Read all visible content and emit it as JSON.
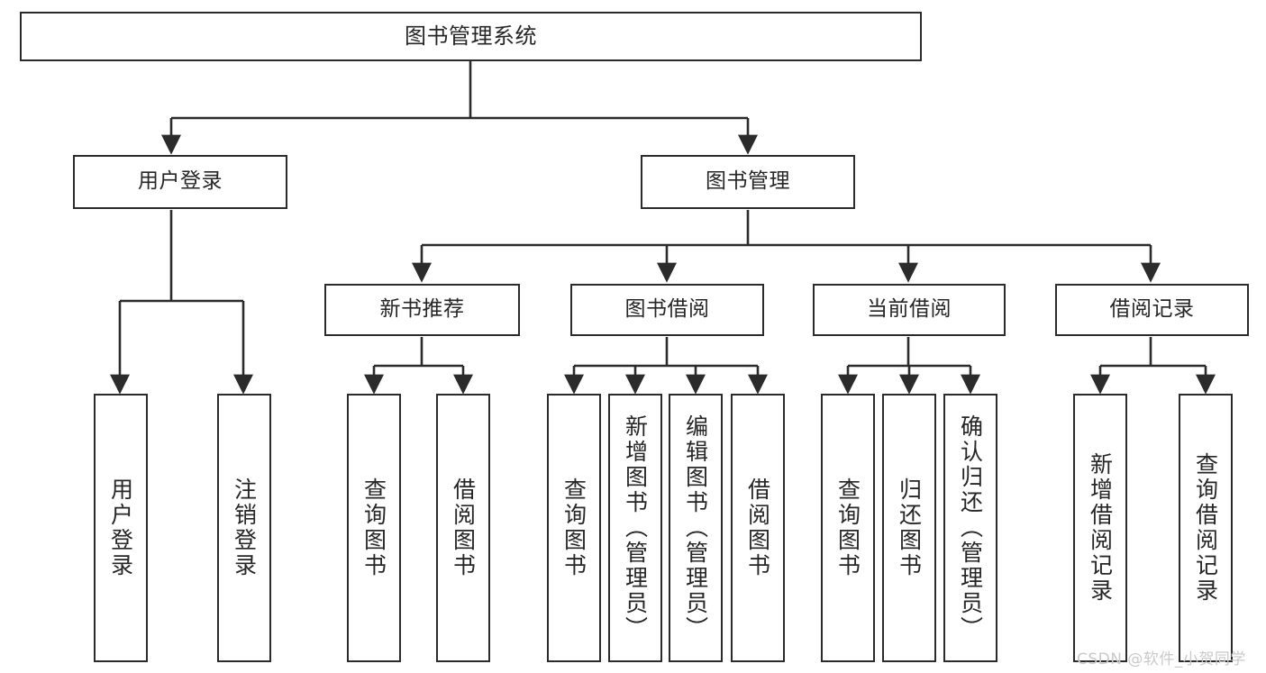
{
  "diagram": {
    "title": "图书管理系统",
    "type": "hierarchy-tree",
    "watermark": "CSDN @软件_小贺同学",
    "colors": {
      "node_border": "#2b2b2b",
      "node_fill": "#ffffff",
      "connector": "#2b2b2b",
      "text": "#262626",
      "watermark": "#c9c9c9"
    },
    "nodes": {
      "root": {
        "label": "图书管理系统"
      },
      "level1": [
        {
          "id": "user-login",
          "label": "用户登录"
        },
        {
          "id": "book-manage",
          "label": "图书管理"
        }
      ],
      "level2": [
        {
          "id": "new-book-recommend",
          "label": "新书推荐"
        },
        {
          "id": "book-borrow",
          "label": "图书借阅"
        },
        {
          "id": "current-borrow",
          "label": "当前借阅"
        },
        {
          "id": "borrow-record",
          "label": "借阅记录"
        }
      ],
      "leaves": {
        "user_login": [
          {
            "id": "leaf-user-login",
            "label": "用户登录"
          },
          {
            "id": "leaf-logout-login",
            "label": "注销登录"
          }
        ],
        "new_book_recommend": [
          {
            "id": "leaf-query-book-1",
            "label": "查询图书"
          },
          {
            "id": "leaf-borrow-book-1",
            "label": "借阅图书"
          }
        ],
        "book_borrow": [
          {
            "id": "leaf-query-book-2",
            "label": "查询图书"
          },
          {
            "id": "leaf-add-book",
            "label": "新增图书（管理员）"
          },
          {
            "id": "leaf-edit-book",
            "label": "编辑图书（管理员）"
          },
          {
            "id": "leaf-borrow-book-2",
            "label": "借阅图书"
          }
        ],
        "current_borrow": [
          {
            "id": "leaf-query-book-3",
            "label": "查询图书"
          },
          {
            "id": "leaf-return-book",
            "label": "归还图书"
          },
          {
            "id": "leaf-confirm-return",
            "label": "确认归还（管理员）"
          }
        ],
        "borrow_record": [
          {
            "id": "leaf-add-record",
            "label": "新增借阅记录"
          },
          {
            "id": "leaf-query-record",
            "label": "查询借阅记录"
          }
        ]
      }
    }
  }
}
